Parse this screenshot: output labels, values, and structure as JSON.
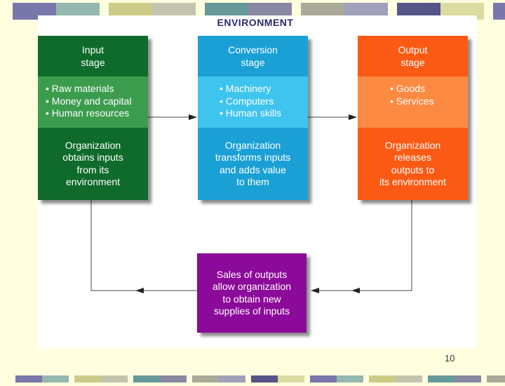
{
  "title": "ENVIRONMENT",
  "stages": {
    "input": {
      "heading": "Input\nstage",
      "items": [
        "Raw materials",
        "Money and capital",
        "Human resources"
      ],
      "description": "Organization\nobtains inputs\nfrom its\nenvironment",
      "colors": {
        "dark": "#0f6b2c",
        "light": "#3c9c4e"
      }
    },
    "conversion": {
      "heading": "Conversion\nstage",
      "items": [
        "Machinery",
        "Computers",
        "Human skills"
      ],
      "description": "Organization\ntransforms inputs\nand adds value\nto them",
      "colors": {
        "dark": "#1ba0d6",
        "light": "#3ec4ee"
      }
    },
    "output": {
      "heading": "Output\nstage",
      "items": [
        "Goods",
        "Services"
      ],
      "description": "Organization\nreleases\noutputs to\nits environment",
      "colors": {
        "dark": "#fb5a14",
        "light": "#fd8a42"
      }
    }
  },
  "feedback": {
    "text": "Sales of outputs\nallow organization\nto obtain new\nsupplies of inputs",
    "color": "#8c0a99"
  },
  "page_number": "10"
}
